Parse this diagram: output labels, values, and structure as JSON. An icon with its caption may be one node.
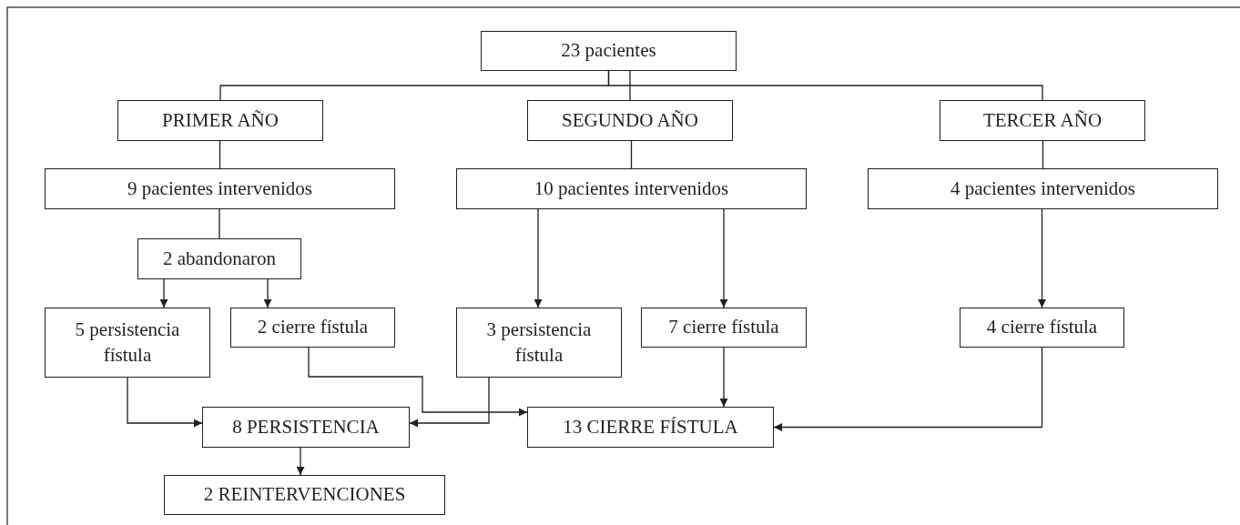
{
  "diagram": {
    "nodes": [
      {
        "text": [
          "23 pacientes"
        ]
      },
      {
        "text": [
          "PRIMER AÑO"
        ]
      },
      {
        "text": [
          "SEGUNDO AÑO"
        ]
      },
      {
        "text": [
          "TERCER AÑO"
        ]
      },
      {
        "text": [
          "9 pacientes intervenidos"
        ]
      },
      {
        "text": [
          "10 pacientes intervenidos"
        ]
      },
      {
        "text": [
          "4 pacientes intervenidos"
        ]
      },
      {
        "text": [
          "2 abandonaron"
        ]
      },
      {
        "text": [
          "5 persistencia fístula"
        ]
      },
      {
        "text": [
          "2 cierre fístula"
        ]
      },
      {
        "text": [
          "3 persistencia fístula"
        ]
      },
      {
        "text": [
          "7 cierre fístula"
        ]
      },
      {
        "text": [
          "4 cierre fístula"
        ]
      },
      {
        "text": [
          "8 PERSISTENCIA"
        ]
      },
      {
        "text": [
          "13 CIERRE FÍSTULA"
        ]
      },
      {
        "text": [
          "2 REINTERVENCIONES"
        ]
      }
    ],
    "edges": [
      {
        "from": 0,
        "to": 1,
        "arrow": "none"
      },
      {
        "from": 0,
        "to": 2,
        "arrow": "none"
      },
      {
        "from": 0,
        "to": 3,
        "arrow": "none"
      },
      {
        "from": 1,
        "to": 4,
        "arrow": "none"
      },
      {
        "from": 2,
        "to": 5,
        "arrow": "none"
      },
      {
        "from": 3,
        "to": 6,
        "arrow": "none"
      },
      {
        "from": 4,
        "to": 7,
        "arrow": "none"
      },
      {
        "from": 7,
        "to": 8,
        "arrow": "to"
      },
      {
        "from": 7,
        "to": 9,
        "arrow": "to"
      },
      {
        "from": 5,
        "to": 10,
        "arrow": "to"
      },
      {
        "from": 5,
        "to": 11,
        "arrow": "to"
      },
      {
        "from": 6,
        "to": 12,
        "arrow": "to"
      },
      {
        "from": 8,
        "to": 13,
        "arrow": "to"
      },
      {
        "from": 9,
        "to": 14,
        "arrow": "to"
      },
      {
        "from": 10,
        "to": 13,
        "arrow": "to"
      },
      {
        "from": 11,
        "to": 14,
        "arrow": "to"
      },
      {
        "from": 12,
        "to": 14,
        "arrow": "to"
      },
      {
        "from": 13,
        "to": 15,
        "arrow": "to"
      }
    ]
  }
}
